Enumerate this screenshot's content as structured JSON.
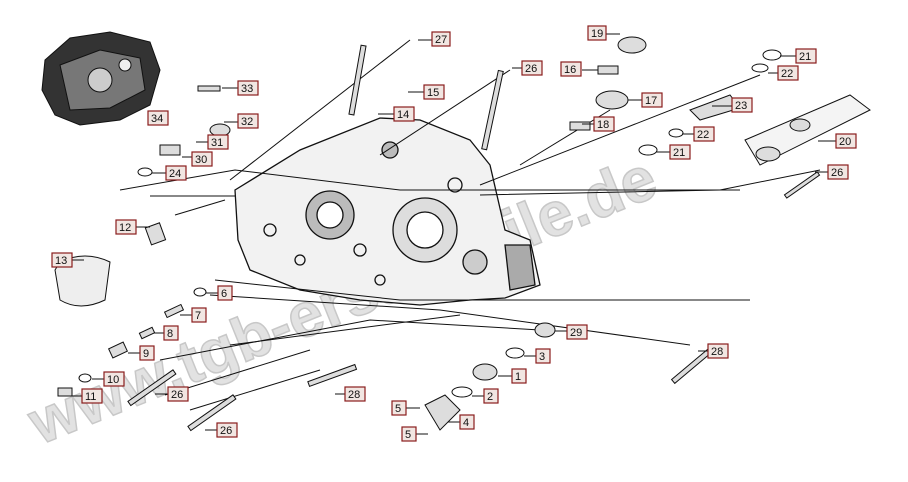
{
  "watermark": "www.tgb-ersatzteile.de",
  "colors": {
    "line": "#111111",
    "label_border": "#8a1d1d",
    "label_fill": "#f1e6e2",
    "watermark": "#d4d4d4"
  },
  "callouts": [
    "27",
    "26",
    "19",
    "21",
    "22",
    "16",
    "17",
    "15",
    "33",
    "23",
    "32",
    "14",
    "22",
    "34",
    "18",
    "31",
    "21",
    "20",
    "30",
    "24",
    "26",
    "12",
    "13",
    "6",
    "7",
    "29",
    "8",
    "3",
    "9",
    "28",
    "1",
    "10",
    "26",
    "28",
    "2",
    "11",
    "5",
    "4",
    "26",
    "5"
  ]
}
